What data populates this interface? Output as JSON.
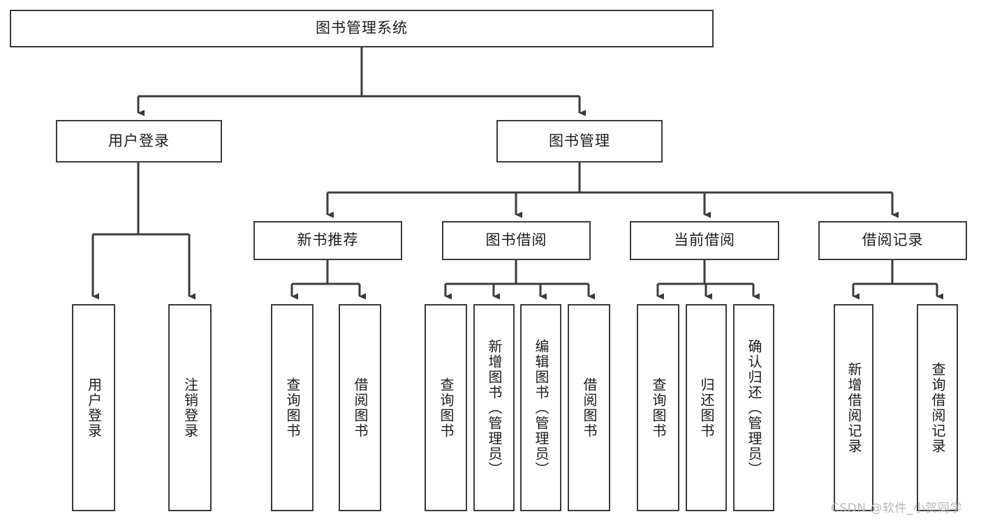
{
  "diagram": {
    "type": "tree",
    "title": "图书管理系统",
    "root": {
      "label": "图书管理系统"
    },
    "level1": [
      {
        "label": "用户登录"
      },
      {
        "label": "图书管理"
      }
    ],
    "level2": [
      {
        "label": "新书推荐"
      },
      {
        "label": "图书借阅"
      },
      {
        "label": "当前借阅"
      },
      {
        "label": "借阅记录"
      }
    ],
    "leaves": {
      "user_login": [
        {
          "label": "用户登录"
        },
        {
          "label": "注销登录"
        }
      ],
      "new_book_recommend": [
        {
          "label": "查询图书"
        },
        {
          "label": "借阅图书"
        }
      ],
      "book_borrow": [
        {
          "label": "查询图书"
        },
        {
          "label": "新增图书（管理员）"
        },
        {
          "label": "编辑图书（管理员）"
        },
        {
          "label": "借阅图书"
        }
      ],
      "current_borrow": [
        {
          "label": "查询图书"
        },
        {
          "label": "归还图书"
        },
        {
          "label": "确认归还（管理员）"
        }
      ],
      "borrow_record": [
        {
          "label": "新增借阅记录"
        },
        {
          "label": "查询借阅记录"
        }
      ]
    }
  },
  "watermark": {
    "text": "CSDN @软件_小贺同学"
  },
  "colors": {
    "stroke": "#3b3b3b",
    "background": "#ffffff",
    "text": "#1c1c1c",
    "watermark": "#b9b9b9"
  }
}
